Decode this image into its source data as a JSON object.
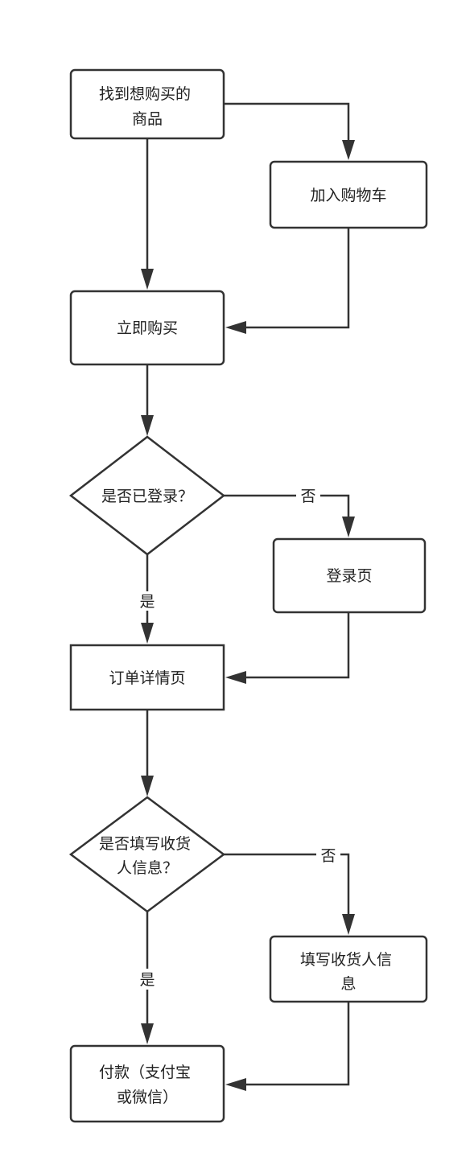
{
  "nodes": {
    "find_product": {
      "lines": [
        "找到想购买的",
        "商品"
      ]
    },
    "add_to_cart": {
      "lines": [
        "加入购物车"
      ]
    },
    "buy_now": {
      "lines": [
        "立即购买"
      ]
    },
    "is_logged_in": {
      "lines": [
        "是否已登录？"
      ]
    },
    "login_page": {
      "lines": [
        "登录页"
      ]
    },
    "order_detail": {
      "lines": [
        "订单详情页"
      ]
    },
    "has_shipping_info": {
      "lines": [
        "是否填写收货",
        "人信息？"
      ]
    },
    "fill_shipping_info": {
      "lines": [
        "填写收货人信",
        "息"
      ]
    },
    "payment": {
      "lines": [
        "付款（支付宝",
        "或微信）"
      ]
    }
  },
  "edges": {
    "login_no": "否",
    "login_yes": "是",
    "info_no": "否",
    "info_yes": "是"
  }
}
